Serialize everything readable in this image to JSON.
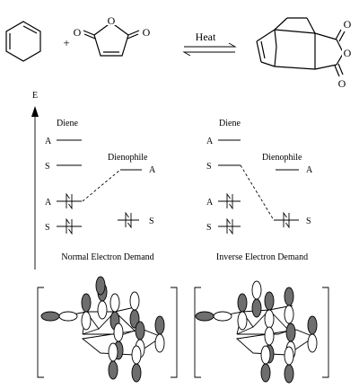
{
  "reaction": {
    "plus": "+",
    "condition": "Heat",
    "ring_oxygen": "O",
    "carbonyl_oxygen": "O"
  },
  "energy_axis": {
    "label": "E"
  },
  "diagrams": [
    {
      "id": "normal",
      "diene_label": "Diene",
      "dienophile_label": "Dienophile",
      "level_A": "A",
      "level_S": "S",
      "caption": "Normal Electron Demand"
    },
    {
      "id": "inverse",
      "diene_label": "Diene",
      "dienophile_label": "Dienophile",
      "level_A": "A",
      "level_S": "S",
      "caption": "Inverse Electron Demand"
    }
  ]
}
